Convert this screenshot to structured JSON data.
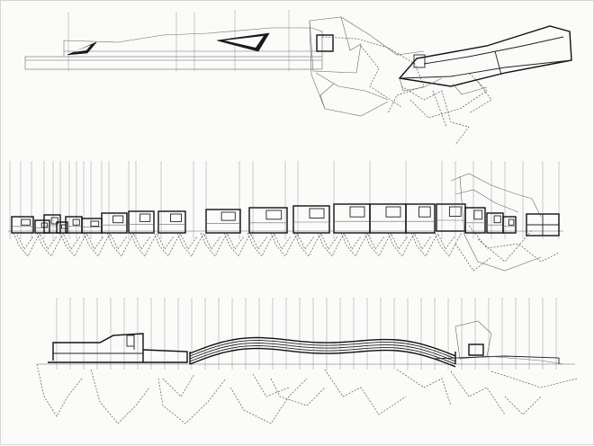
{
  "drawing": {
    "views": [
      {
        "id": "plan",
        "kind": "plan"
      },
      {
        "id": "section",
        "kind": "section"
      },
      {
        "id": "elevation",
        "kind": "elevation"
      }
    ],
    "line_color": "#111111",
    "paper_color": "#fbfbfa"
  }
}
